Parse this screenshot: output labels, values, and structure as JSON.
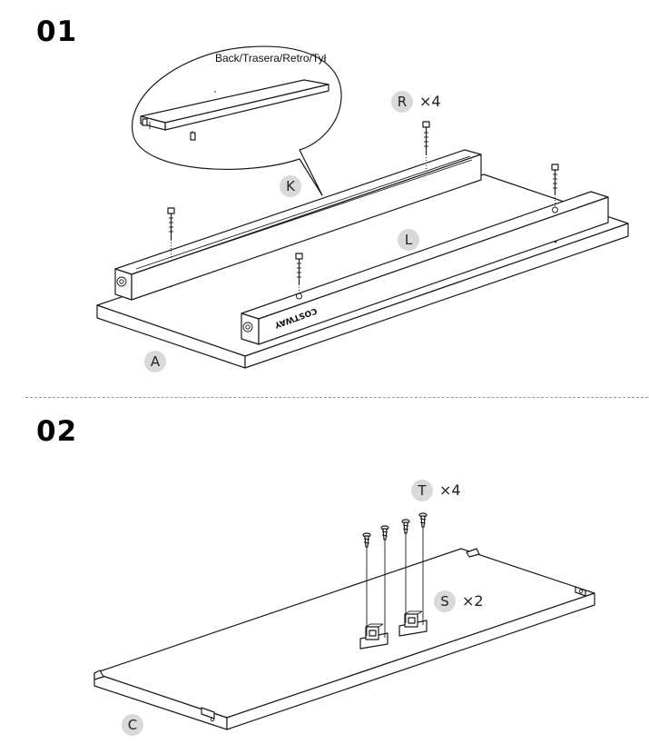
{
  "steps": [
    {
      "number": "01",
      "callout_text": "Back/Trasera/Retro/Tył",
      "labels": {
        "R": "R",
        "K": "K",
        "L": "L",
        "A": "A"
      },
      "hardware": {
        "letter": "R",
        "quantity": "×4"
      },
      "brand_mark": "COSTWAY"
    },
    {
      "number": "02",
      "labels": {
        "T": "T",
        "S": "S",
        "C": "C"
      },
      "hardware": [
        {
          "letter": "T",
          "quantity": "×4"
        },
        {
          "letter": "S",
          "quantity": "×2"
        }
      ]
    }
  ]
}
